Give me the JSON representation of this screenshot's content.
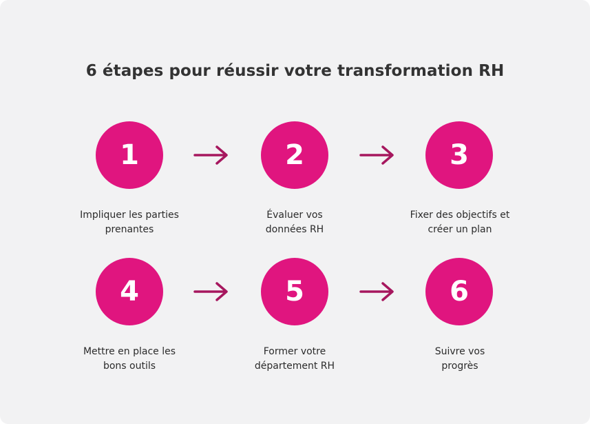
{
  "title": "6 étapes pour réussir votre transformation RH",
  "colors": {
    "circle": "#e0157f",
    "arrow": "#a6175e",
    "background": "#f2f2f3"
  },
  "steps": [
    {
      "number": "1",
      "line1": "Impliquer les parties",
      "line2": "prenantes"
    },
    {
      "number": "2",
      "line1": "Évaluer vos",
      "line2": "données RH"
    },
    {
      "number": "3",
      "line1": "Fixer des objectifs et",
      "line2": "créer un plan"
    },
    {
      "number": "4",
      "line1": "Mettre en place les",
      "line2": "bons outils"
    },
    {
      "number": "5",
      "line1": "Former votre",
      "line2": "département RH"
    },
    {
      "number": "6",
      "line1": "Suivre vos",
      "line2": "progrès"
    }
  ],
  "arrow_icon": "right-arrow-icon"
}
